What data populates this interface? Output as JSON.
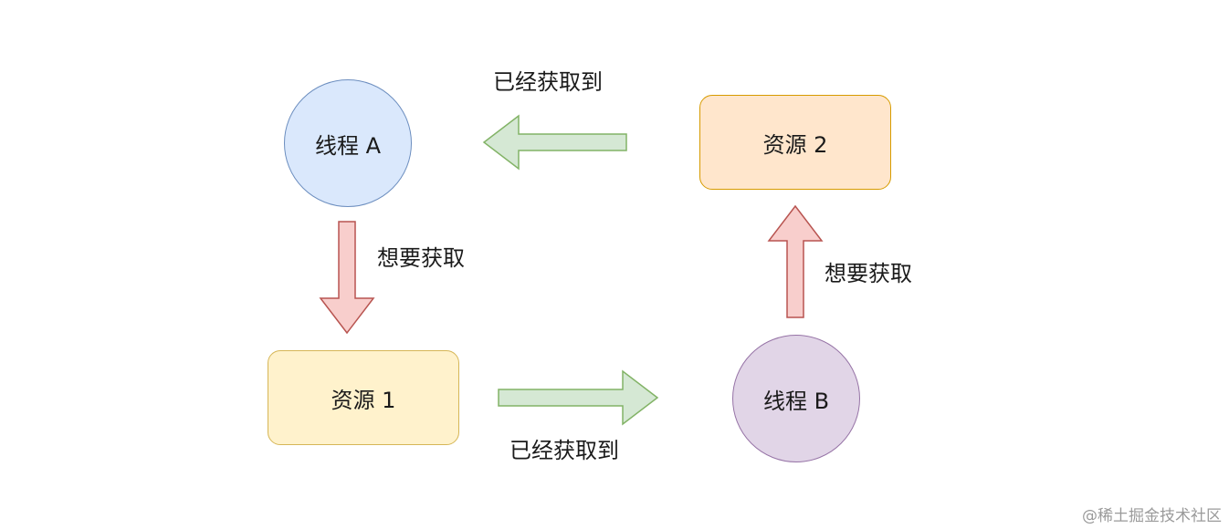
{
  "nodes": {
    "thread_a": "线程 A",
    "thread_b": "线程 B",
    "resource_1": "资源 1",
    "resource_2": "资源 2"
  },
  "edges": {
    "resource2_to_thread_a": "已经获取到",
    "resource1_to_thread_b": "已经获取到",
    "thread_a_wants_resource1": "想要获取",
    "thread_b_wants_resource2": "想要获取"
  },
  "colors": {
    "thread_a_fill": "#dae8fc",
    "thread_b_fill": "#e1d5e7",
    "resource_1_fill": "#fff2cc",
    "resource_2_fill": "#ffe6cc",
    "acquired_arrow": "#d5e8d4",
    "wants_arrow": "#f8cecc"
  },
  "watermark": "@稀土掘金技术社区"
}
